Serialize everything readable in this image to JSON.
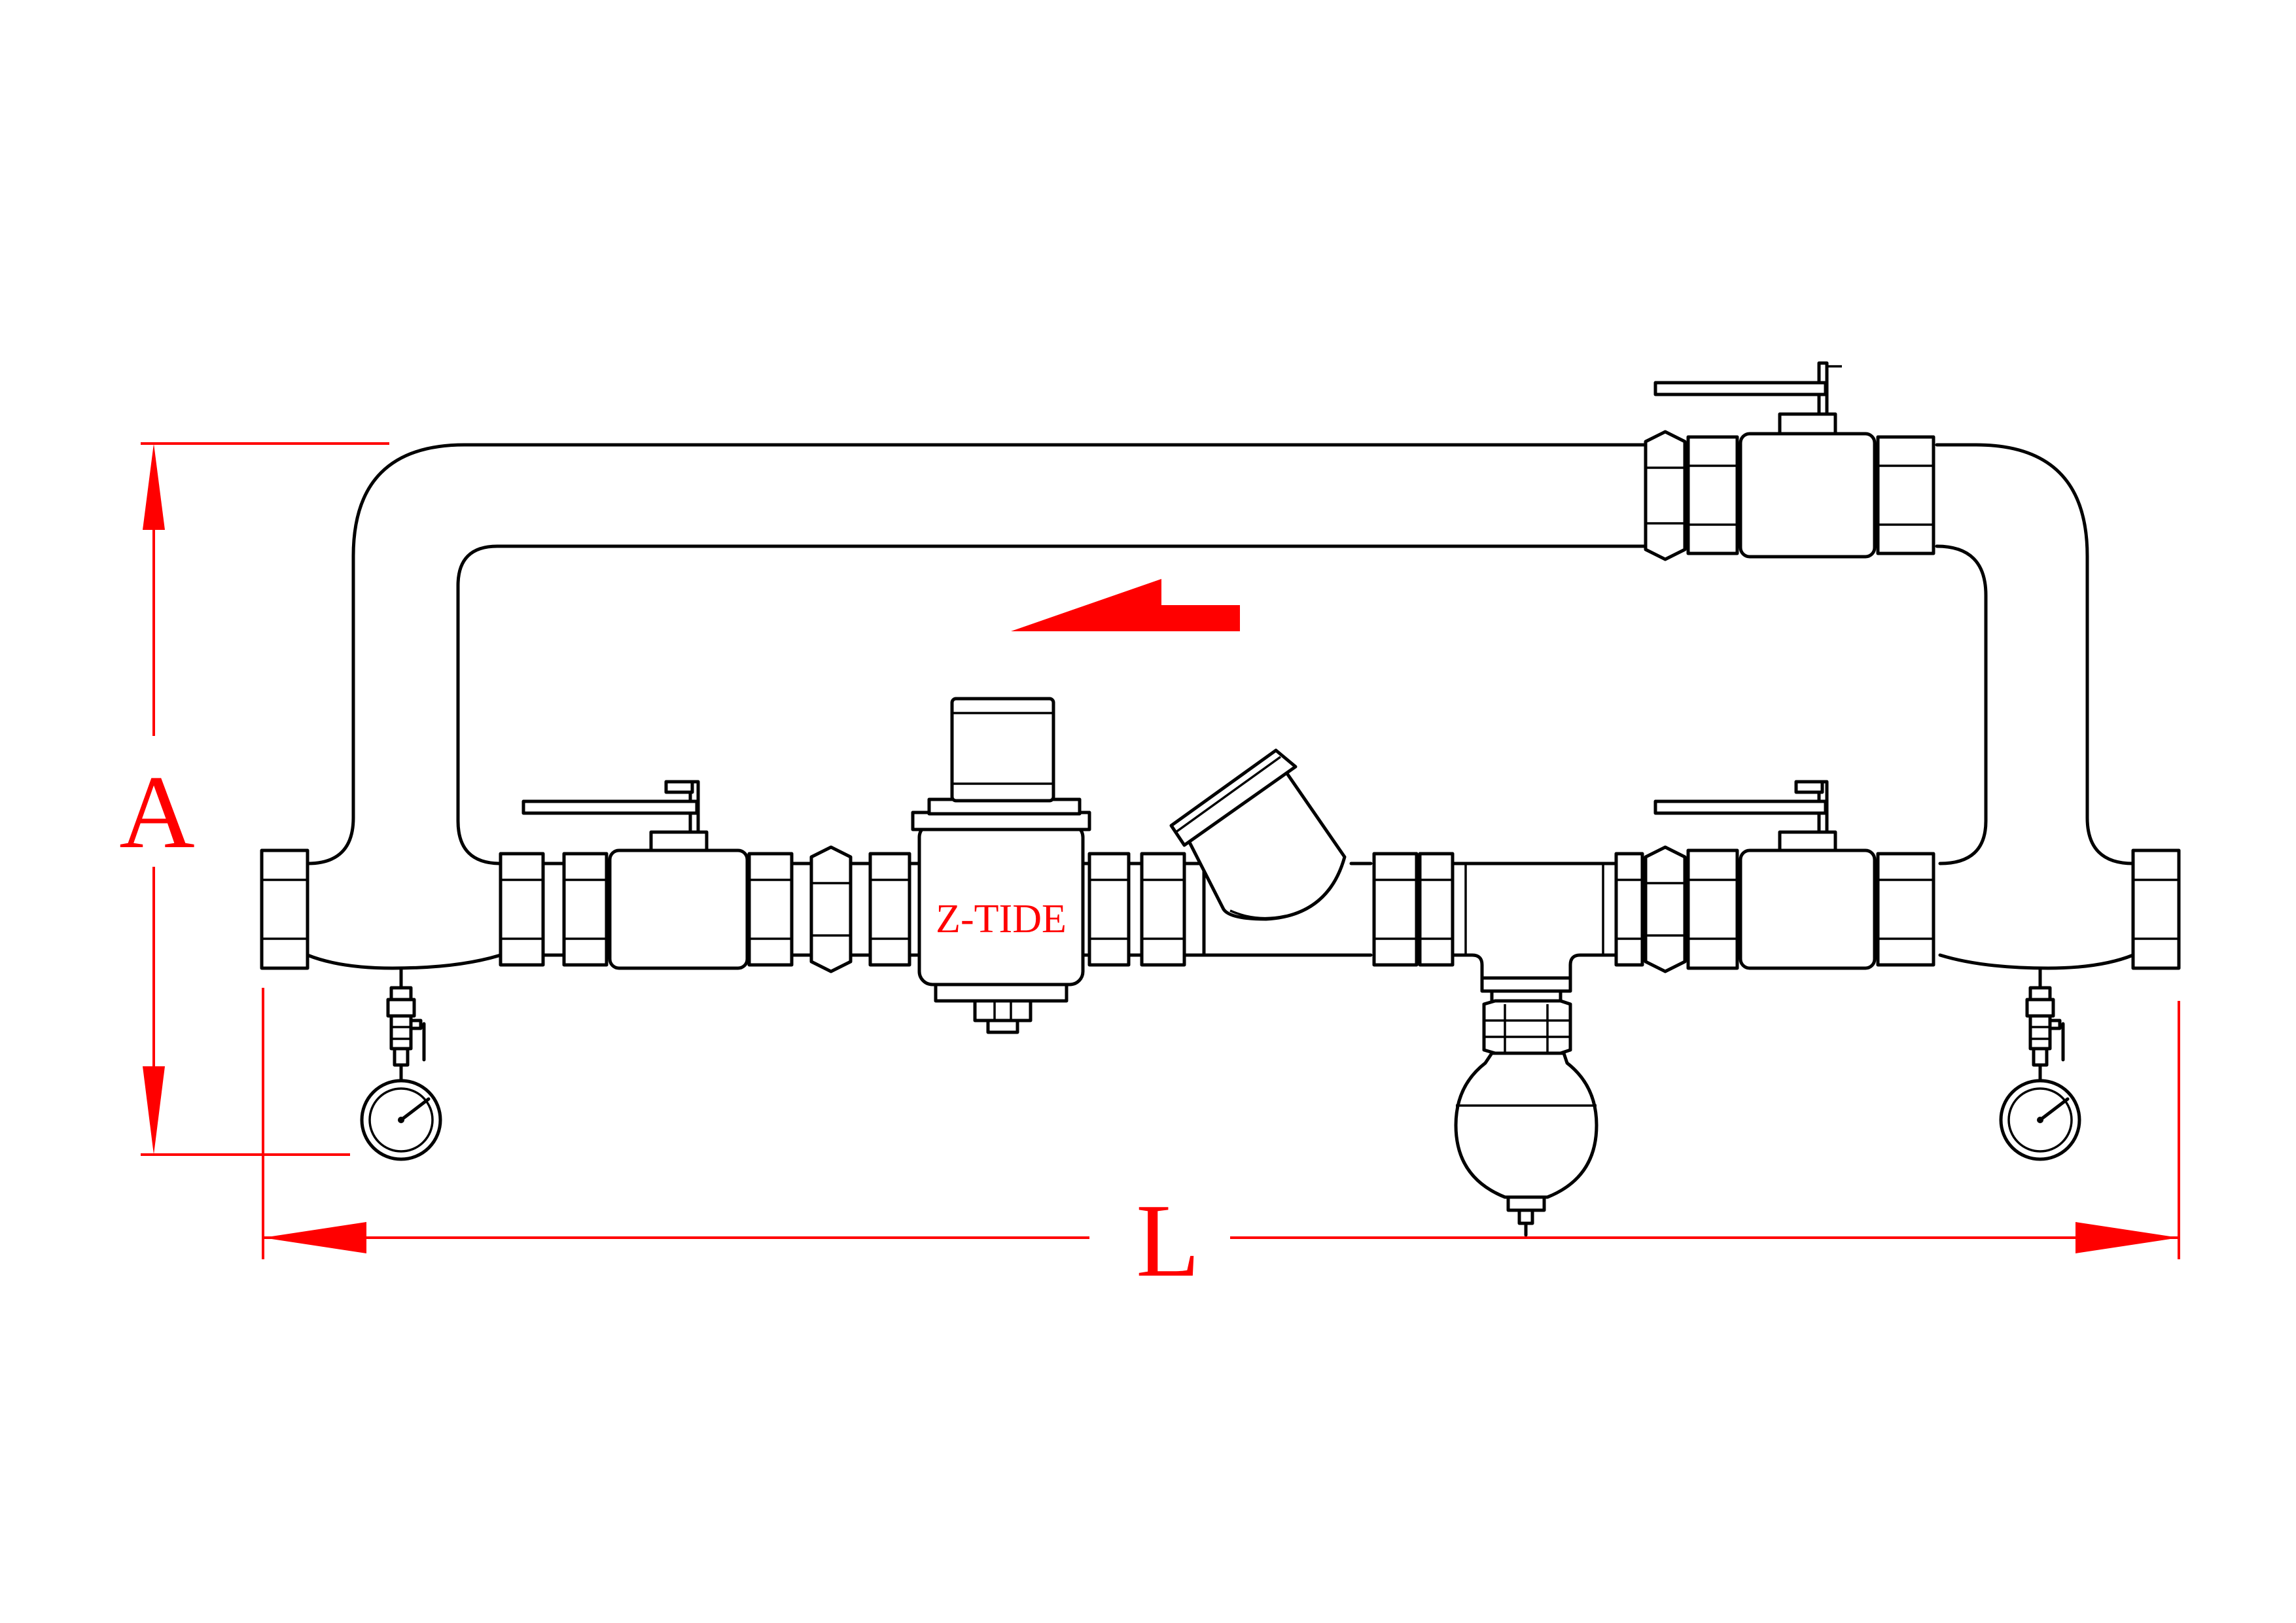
{
  "dimensions": {
    "height_label": "A",
    "length_label": "L"
  },
  "valve_label": "Z-TIDE",
  "colors": {
    "line": "#000000",
    "dimension": "#ff0000",
    "background": "#ffffff"
  },
  "icons": {
    "flow_direction": "flow-arrow-icon",
    "gauge": "pressure-gauge-icon"
  }
}
